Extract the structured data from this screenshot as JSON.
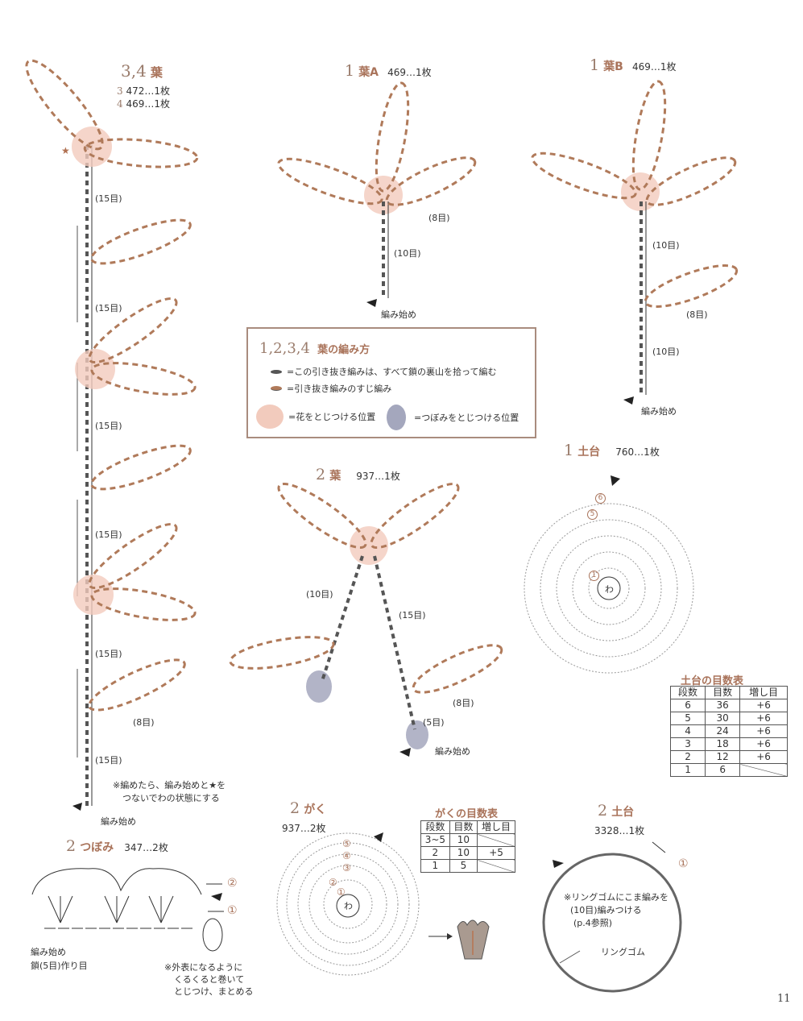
{
  "page_number": "11",
  "colors": {
    "accent_brown": "#a9735a",
    "flower_pink": "#f2cbbd",
    "bud_gray": "#a4a7bd",
    "dark_slip": "#555555",
    "brown_slip": "#b07a5a"
  },
  "leaf34": {
    "num": "3,4",
    "title": "葉",
    "yarn_lines": [
      {
        "num": "3",
        "text": "472…1枚"
      },
      {
        "num": "4",
        "text": "469…1枚"
      }
    ],
    "counts": [
      "(15目)",
      "(15目)",
      "(15目)",
      "(15目)",
      "(15目)",
      "(8目)",
      "(15目)"
    ],
    "note_lines": [
      "※編めたら、編み始めと★を",
      "つないでわの状態にする"
    ],
    "star_icon": "★",
    "start_label": "編み始め"
  },
  "leaf1a": {
    "num": "1",
    "title": "葉A",
    "yarn": "469…1枚",
    "counts": [
      "(8目)",
      "(10目)"
    ],
    "start_label": "編み始め"
  },
  "leaf1b": {
    "num": "1",
    "title": "葉B",
    "yarn": "469…1枚",
    "counts": [
      "(10目)",
      "(8目)",
      "(10目)"
    ],
    "start_label": "編み始め"
  },
  "legend": {
    "num": "1,2,3,4",
    "title": "葉の編み方",
    "items": [
      "=この引き抜き編みは、すべて鎖の裏山を拾って編む",
      "=引き抜き編みのすじ編み"
    ],
    "flower_pos": "=花をとじつける位置",
    "bud_pos": "=つぼみをとじつける位置"
  },
  "leaf2": {
    "num": "2",
    "title": "葉",
    "yarn": "937…1枚",
    "counts": [
      "(10目)",
      "(15目)",
      "(8目)",
      "(5目)"
    ],
    "start_label": "編み始め"
  },
  "base1": {
    "num": "1",
    "title": "土台",
    "yarn": "760…1枚",
    "center": "わ",
    "round_marks": [
      "6",
      "5",
      "1"
    ],
    "table": {
      "title": "土台の目数表",
      "headers": [
        "段数",
        "目数",
        "増し目"
      ],
      "rows": [
        [
          "6",
          "36",
          "+6"
        ],
        [
          "5",
          "30",
          "+6"
        ],
        [
          "4",
          "24",
          "+6"
        ],
        [
          "3",
          "18",
          "+6"
        ],
        [
          "2",
          "12",
          "+6"
        ],
        [
          "1",
          "6",
          ""
        ]
      ]
    }
  },
  "bud2": {
    "num": "2",
    "title": "つぼみ",
    "yarn": "347…2枚",
    "row_marks": [
      "②",
      "①"
    ],
    "start_lines": [
      "編み始め",
      "鎖(5目)作り目"
    ],
    "note_lines": [
      "※外表になるように",
      "くるくると巻いて",
      "とじつけ、まとめる"
    ]
  },
  "calyx2": {
    "num": "2",
    "title": "がく",
    "yarn": "937…2枚",
    "center": "わ",
    "round_marks": [
      "⑤",
      "④",
      "③",
      "②",
      "①"
    ],
    "table": {
      "title": "がくの目数表",
      "headers": [
        "段数",
        "目数",
        "増し目"
      ],
      "rows": [
        [
          "3~5",
          "10",
          ""
        ],
        [
          "2",
          "10",
          "+5"
        ],
        [
          "1",
          "5",
          ""
        ]
      ]
    }
  },
  "base2": {
    "num": "2",
    "title": "土台",
    "yarn": "3328…1枚",
    "round_mark": "①",
    "note_lines": [
      "※リングゴムにこま編みを",
      "(10目)編みつける",
      "(p.4参照)"
    ],
    "ring_label": "リングゴム"
  }
}
